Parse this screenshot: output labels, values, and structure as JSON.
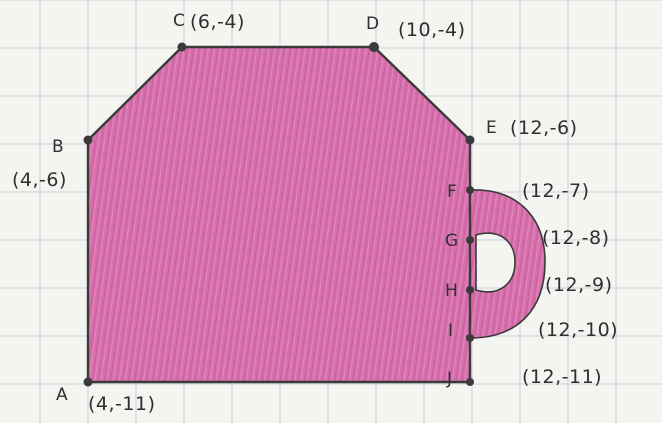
{
  "colors": {
    "fill": "#d56aa9",
    "fill_dark": "#c2508f",
    "outline": "#3a3a3a",
    "grid": "#c9d2dc",
    "paper": "#f4f4f1",
    "ink": "#2f2f2f"
  },
  "points": [
    {
      "letter": "A",
      "coord": "(4,-11)"
    },
    {
      "letter": "B",
      "coord": "(4,-6)"
    },
    {
      "letter": "C",
      "coord": "(6,-4)"
    },
    {
      "letter": "D",
      "coord": "(10,-4)"
    },
    {
      "letter": "E",
      "coord": "(12,-6)"
    },
    {
      "letter": "F",
      "coord": "(12,-7)"
    },
    {
      "letter": "G",
      "coord": "(12,-8)"
    },
    {
      "letter": "H",
      "coord": "(12,-9)"
    },
    {
      "letter": "I",
      "coord": "(12,-10)"
    },
    {
      "letter": "J",
      "coord": "(12,-11)"
    }
  ]
}
